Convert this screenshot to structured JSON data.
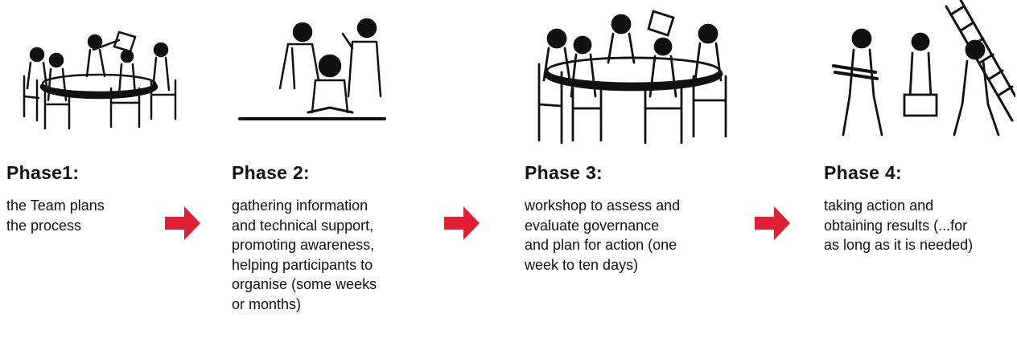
{
  "colors": {
    "arrow": "#e01f35",
    "ink": "#111111"
  },
  "phases": [
    {
      "title": "Phase1:",
      "description": "the Team plans\nthe process",
      "icon": "team-meeting-illustration"
    },
    {
      "title": "Phase 2:",
      "description": "gathering information\nand technical support,\npromoting awareness,\nhelping participants to\norganise (some weeks\nor months)",
      "icon": "people-studying-illustration"
    },
    {
      "title": "Phase 3:",
      "description": "workshop to assess and\nevaluate governance\nand plan for action (one\nweek to ten days)",
      "icon": "workshop-table-illustration"
    },
    {
      "title": "Phase 4:",
      "description": "taking action and\nobtaining results (...for\nas long as it is needed)",
      "icon": "people-carrying-tools-illustration"
    }
  ]
}
